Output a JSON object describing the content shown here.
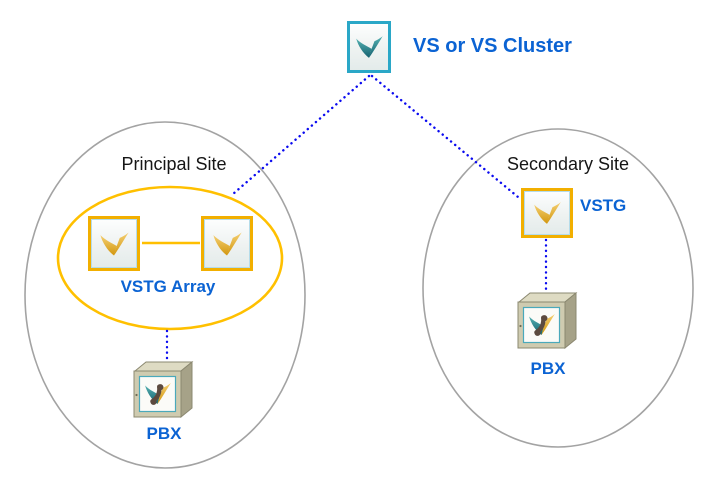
{
  "diagram_type": "network-topology",
  "cluster": {
    "label": "VS or VS Cluster",
    "icon": "vs-logo-icon"
  },
  "sites": {
    "principal": {
      "label": "Principal Site",
      "vstg_array": {
        "label": "VSTG Array",
        "node_count": 2,
        "icon": "vstg-logo-icon"
      },
      "pbx": {
        "label": "PBX",
        "icon": "pbx-box-icon"
      }
    },
    "secondary": {
      "label": "Secondary Site",
      "vstg": {
        "label": "VSTG",
        "icon": "vstg-logo-icon"
      },
      "pbx": {
        "label": "PBX",
        "icon": "pbx-box-icon"
      }
    }
  },
  "connections": [
    {
      "from": "vs-cluster",
      "to": "principal-vstg-array",
      "style": "dotted",
      "color": "#0a0af0"
    },
    {
      "from": "vs-cluster",
      "to": "secondary-vstg",
      "style": "dotted",
      "color": "#0a0af0"
    },
    {
      "from": "principal-vstg-array",
      "to": "principal-pbx",
      "style": "dotted",
      "color": "#0a0af0"
    },
    {
      "from": "secondary-vstg",
      "to": "secondary-pbx",
      "style": "dotted",
      "color": "#0a0af0"
    },
    {
      "from": "vstg-node-1",
      "to": "vstg-node-2",
      "style": "solid",
      "color": "#ffbf00"
    }
  ],
  "colors": {
    "label_blue": "#0b63d3",
    "connector_blue": "#0a0af0",
    "gold_accent": "#ffbf00",
    "teal_accent": "#2aa7c7",
    "site_outline": "#a3a3a3",
    "background": "#ffffff"
  }
}
